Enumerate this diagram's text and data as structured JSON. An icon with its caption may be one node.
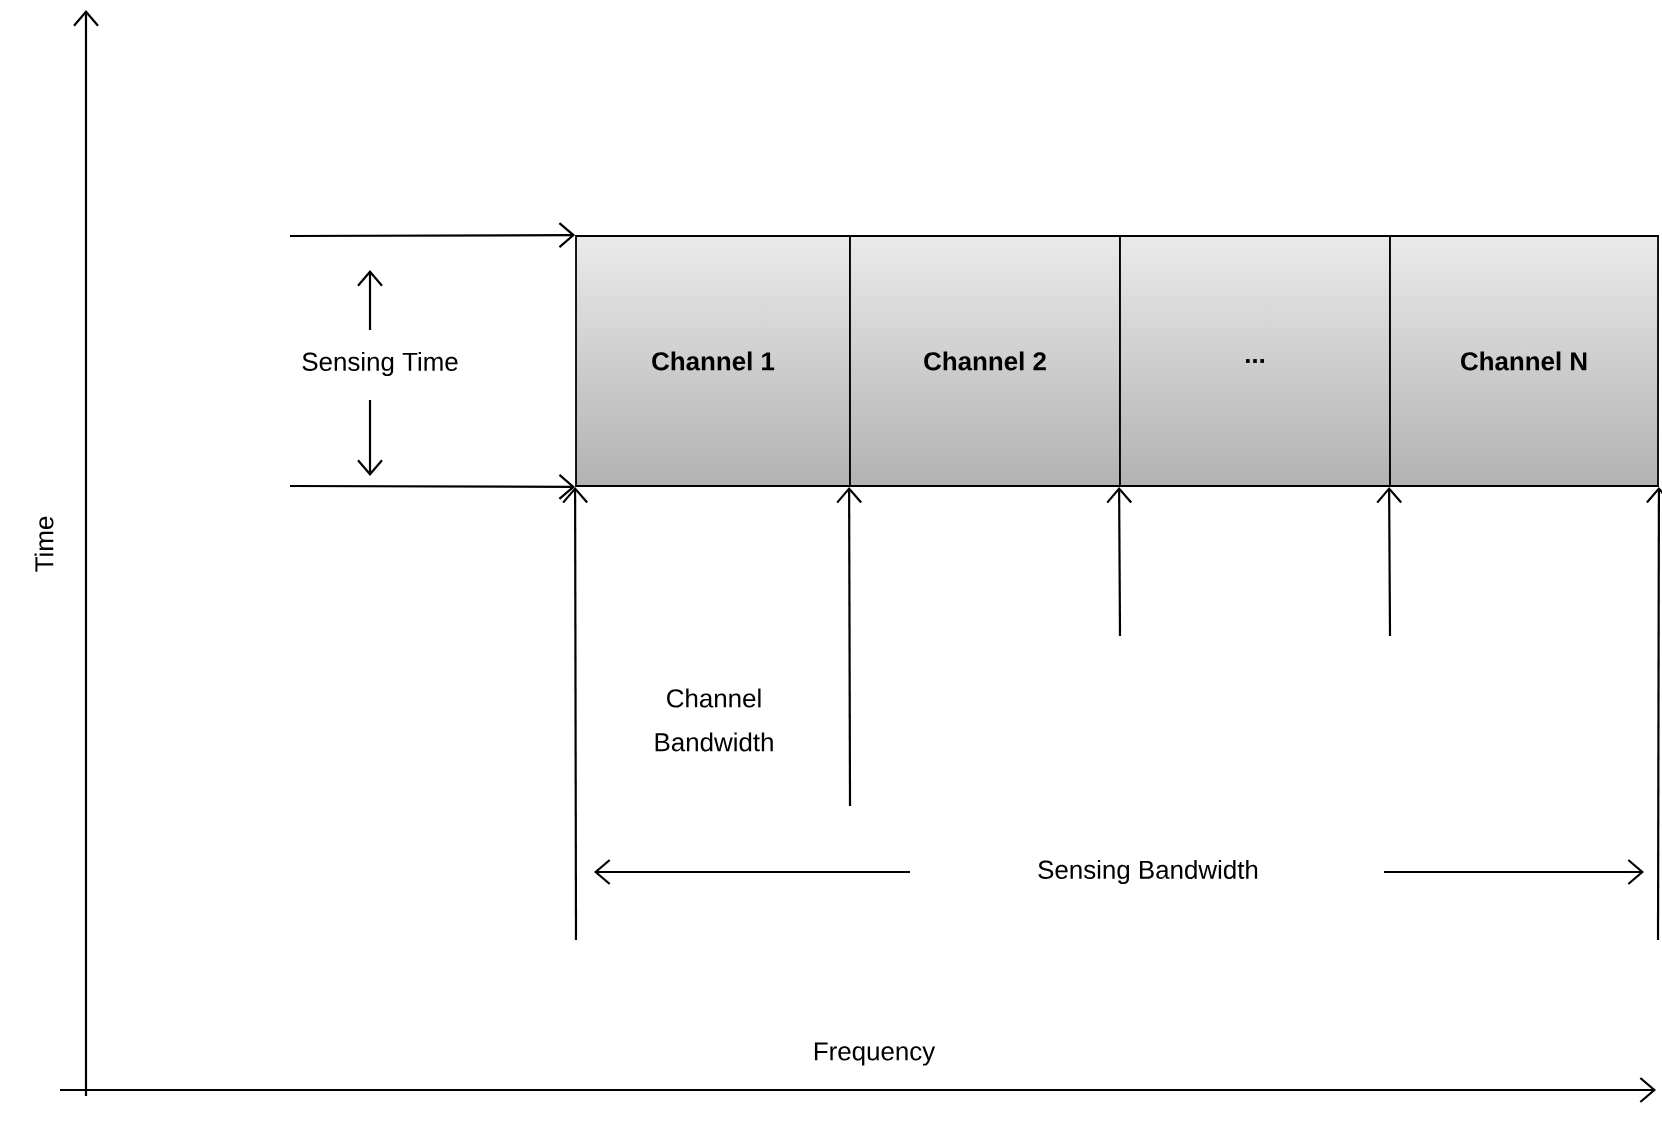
{
  "diagram": {
    "nodes": [
      {
        "text": [
          "Channel 1"
        ]
      },
      {
        "text": [
          "Channel 2"
        ]
      },
      {
        "text": [
          "..."
        ]
      },
      {
        "text": [
          "Channel N"
        ]
      }
    ],
    "edges": [
      {
        "from": null,
        "to": 0,
        "arrow": "to"
      },
      {
        "from": null,
        "to": 0,
        "arrow": "to"
      },
      {
        "from": null,
        "to": 0,
        "arrow": "to"
      },
      {
        "from": null,
        "to": 1,
        "arrow": "to"
      },
      {
        "from": null,
        "to": 2,
        "arrow": "to"
      },
      {
        "from": null,
        "to": 3,
        "arrow": "to"
      },
      {
        "from": null,
        "to": 3,
        "arrow": "to"
      }
    ],
    "labels": [
      "Sensing Time",
      "Channel Bandwidth",
      "Sensing Bandwidth",
      "Time",
      "Frequency"
    ]
  }
}
